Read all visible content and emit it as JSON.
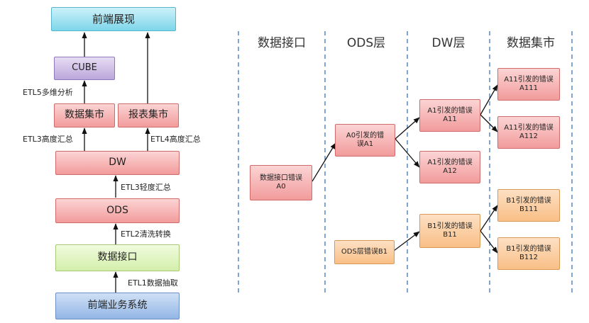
{
  "left_flow": {
    "frontend_display": "前端展现",
    "cube": "CUBE",
    "etl5": "ETL5多维分析",
    "data_mart": "数据集市",
    "report_mart": "报表集市",
    "etl3_high": "ETL3高度汇总",
    "etl4": "ETL4高度汇总",
    "dw": "DW",
    "etl3_light": "ETL3轻度汇总",
    "ods": "ODS",
    "etl2": "ETL2清洗转换",
    "data_interface": "数据接口",
    "etl1": "ETL1数据抽取",
    "frontend_system": "前端业务系统"
  },
  "right_panel": {
    "headers": [
      "数据接口",
      "ODS层",
      "DW层",
      "数据集市"
    ],
    "nodes": {
      "a0": "数据接口错误A0",
      "a1": "A0引发的错误A1",
      "a11": "A1引发的错误A11",
      "a12": "A1引发的错误A12",
      "a111": "A11引发的错误A111",
      "a112": "A11引发的错误A112",
      "b1": "ODS层错误B1",
      "b11": "B1引发的错误B11",
      "b111": "B1引发的错误B111",
      "b112": "B1引发的错误B112"
    }
  }
}
